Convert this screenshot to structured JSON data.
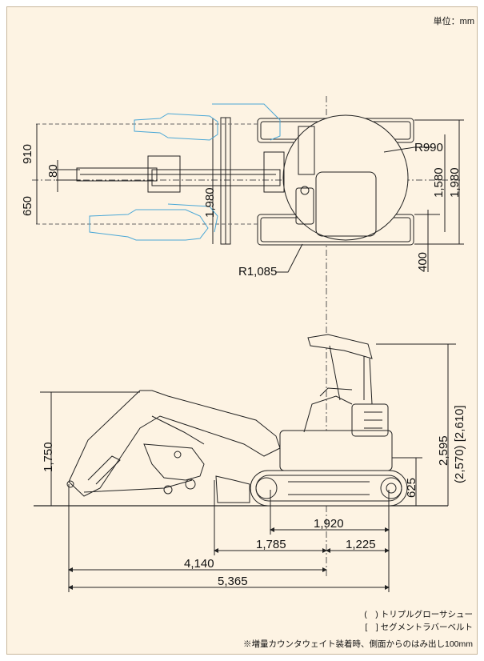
{
  "unit": "単位：mm",
  "top_view": {
    "r_front": "R990",
    "r_rear": "R1,085",
    "d910": "910",
    "d650": "650",
    "d80": "80",
    "d1980_blade": "1,980",
    "d1580": "1,580",
    "d1980": "1,980",
    "d400": "400"
  },
  "side_view": {
    "d1750": "1,750",
    "d2595": "2,595",
    "d2570_2610": "(2,570) [2,610]",
    "d625": "625",
    "d1920": "1,920",
    "d1785": "1,785",
    "d1225": "1,225",
    "d4140": "4,140",
    "d5365": "5,365"
  },
  "notes": [
    "(　) トリプルグローサシュー",
    "[　] セグメントラバーベルト",
    "※増量カウンタウェイト装着時、側面からのはみ出し100mm"
  ],
  "colors": {
    "background": "#fdf3e3",
    "swing_outline": "#4aa7d6",
    "line": "#222222"
  }
}
